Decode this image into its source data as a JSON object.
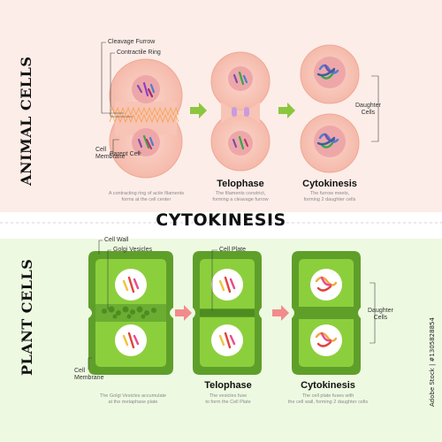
{
  "main_title": "CYTOKINESIS",
  "animal": {
    "side_title": "ANIMAL CELLS",
    "labels": {
      "cleavage_furrow": "Cleavage Furrow",
      "contractile_ring": "Contractile Ring",
      "cell_membrane": "Cell\nMembrane",
      "parent_cell": "Parent Cell",
      "daughter_cells": "Daughter\nCells"
    },
    "stages": [
      {
        "title": "",
        "caption": "A contracting ring of actin filaments\nforms at the cell center"
      },
      {
        "title": "Telophase",
        "caption": "The filaments constrict,\nforming a cleavage furrow"
      },
      {
        "title": "Cytokinesis",
        "caption": "The furrow meets,\nforming 2 daughter cells"
      }
    ]
  },
  "plant": {
    "side_title": "PLANT CELLS",
    "labels": {
      "cell_wall": "Cell Wall",
      "golgi_vesicles": "Golgi Vesicles",
      "cell_plate": "Cell Plate",
      "cell_membrane": "Cell\nMembrane",
      "daughter_cells": "Daughter\nCells"
    },
    "stages": [
      {
        "title": "",
        "caption": "The Golgi Vesicles accumulate\nat the metaphase plate"
      },
      {
        "title": "Telophase",
        "caption": "The vesicles fuse\nto form the Cell Plate"
      },
      {
        "title": "Cytokinesis",
        "caption": "The cell plate fuses with\nthe cell wall, forming 2 daughter cells"
      }
    ]
  },
  "watermark": "Adobe Stock | #1305828854",
  "colors": {
    "animal_bg": "#fdf0ec",
    "plant_bg": "#eef9e2",
    "animal_cell": "#f7c2b4",
    "nucleus": "#efa6ab",
    "plant_wall": "#5e9f2a",
    "plant_cyto": "#8ccf3c",
    "arrow_animal": "#8cc63f",
    "arrow_plant": "#f28b8b"
  }
}
